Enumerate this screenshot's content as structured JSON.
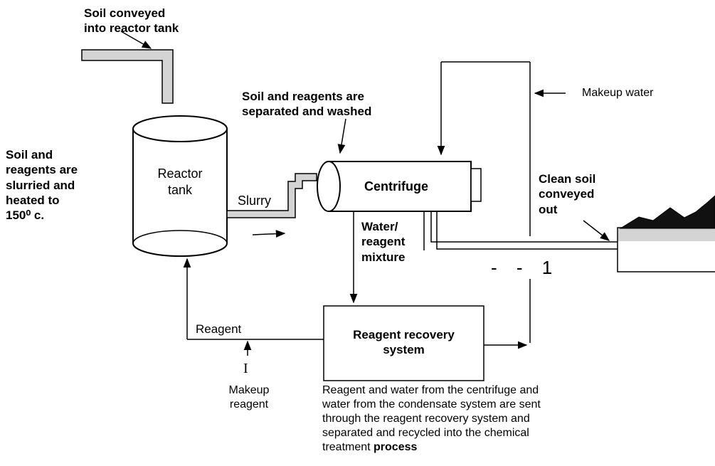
{
  "labels": {
    "soil_conveyed_in": "Soil conveyed\ninto reactor tank",
    "slurry_heat": "Soil and\nreagents are\nslurried and\nheated to\n150⁰ c.",
    "reactor_tank": "Reactor\ntank",
    "separated_washed": "Soil and reagents are\nseparated and washed",
    "makeup_water": "Makeup water",
    "centrifuge": "Centrifuge",
    "slurry": "Slurry",
    "clean_soil": "Clean soil\nconveyed\nout",
    "water_reagent": "Water/\nreagent\nmixture",
    "stray_mark": "- - 1",
    "reagent": "Reagent",
    "recovery_system": "Reagent recovery\nsystem",
    "makeup_reagent": "Makeup\nreagent",
    "stray_i": "I",
    "caption_main": "Reagent and water from the centrifuge and\nwater from the condensate system are sent\nthrough the reagent recovery system and\nseparated and recycled into the chemical\ntreatment ",
    "caption_bold": "process"
  },
  "colors": {
    "line": "#000000",
    "pipe_fill": "#d4d4d4",
    "soil_pile": "#111111"
  }
}
